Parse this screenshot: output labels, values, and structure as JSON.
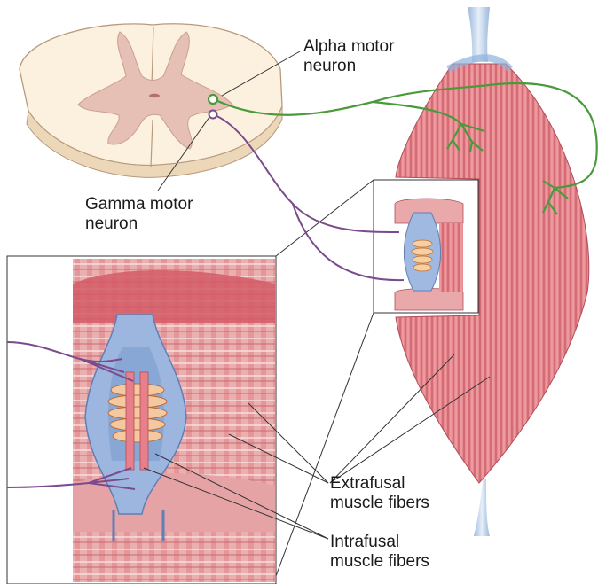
{
  "labels": {
    "alpha_motor_neuron": [
      "Alpha motor",
      "neuron"
    ],
    "gamma_motor_neuron": [
      "Gamma motor",
      "neuron"
    ],
    "extrafusal_muscle_fibers": [
      "Extrafusal",
      "muscle fibers"
    ],
    "intrafusal_muscle_fibers": [
      "Intrafusal",
      "muscle fibers"
    ]
  },
  "colors": {
    "alpha_nerve": "#4a9a3c",
    "gamma_nerve": "#7a4a8c",
    "muscle": "#d9707a",
    "muscle_light": "#efb3b3",
    "tendon": "#b9d2ec",
    "spinal_white": "#fbf1de",
    "spinal_gray": "#e6c0b4",
    "spindle_capsule": "#7f9fd0"
  }
}
